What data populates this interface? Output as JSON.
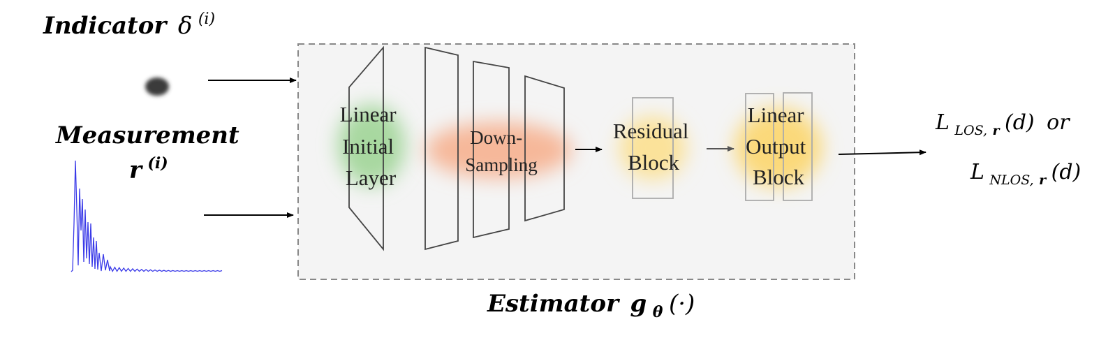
{
  "inputs": {
    "indicator": {
      "label": "Indicator",
      "symbol": "δ",
      "superscript": "(i)"
    },
    "measurement": {
      "label": "Measurement",
      "symbol": "r",
      "superscript": "(i)"
    }
  },
  "estimator": {
    "label": "Estimator",
    "symbol": "g",
    "subscript": "θ",
    "argument": "(·)",
    "blocks": {
      "linear_initial_layer": [
        "Linear",
        "Initial",
        "Layer"
      ],
      "down_sampling": [
        "Down-",
        "Sampling"
      ],
      "residual_block": [
        "Residual",
        "Block"
      ],
      "linear_output_block": [
        "Linear",
        "Output",
        "Block"
      ]
    }
  },
  "outputs": {
    "los": {
      "symbol": "L",
      "subscript_text": "LOS,",
      "subscript_bold": "r",
      "argument": "(d)",
      "connector": "or"
    },
    "nlos": {
      "symbol": "L",
      "subscript_text": "NLOS,",
      "subscript_bold": "r",
      "argument": "(d)"
    }
  },
  "colors": {
    "waveform": "#3a3ae8",
    "linear_glow": "#a8d8a0",
    "downsampling_glow": "#f6b89a",
    "residual_glow": "#fbe29a",
    "output_glow": "#fbd97a",
    "estimator_fill": "#f4f4f4"
  }
}
